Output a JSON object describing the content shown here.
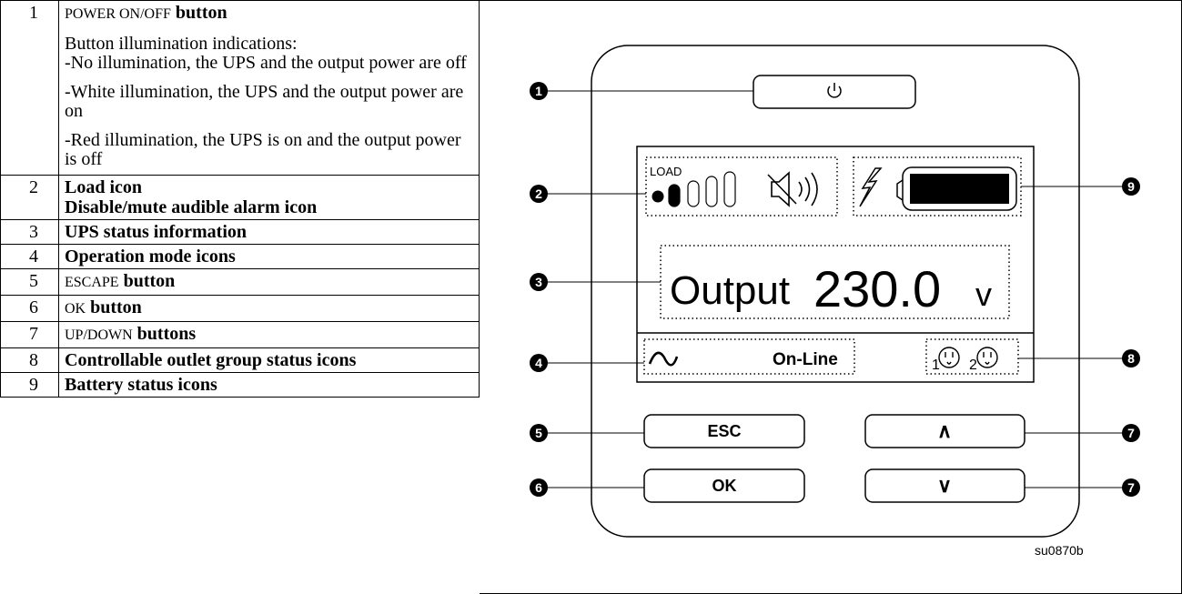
{
  "legend": [
    {
      "num": "1",
      "prefix": "POWER ON/OFF",
      "bold": "button",
      "illum_title": "Button illumination indications:",
      "illum_line1": "-No illumination, the UPS and the output power are off",
      "illum_line2": "-White illumination, the UPS and the output power are on",
      "illum_line3": "-Red illumination, the UPS is on and the output power is off"
    },
    {
      "num": "2",
      "line1": "Load icon",
      "line2": "Disable/mute audible alarm icon"
    },
    {
      "num": "3",
      "text": "UPS status information"
    },
    {
      "num": "4",
      "text": "Operation mode icons"
    },
    {
      "num": "5",
      "prefix": "ESCAPE",
      "bold": "button"
    },
    {
      "num": "6",
      "prefix": "OK",
      "bold": "button"
    },
    {
      "num": "7",
      "prefix": "UP/DOWN",
      "bold": "buttons"
    },
    {
      "num": "8",
      "text": "Controllable outlet group status icons"
    },
    {
      "num": "9",
      "text": "Battery status icons"
    }
  ],
  "panel": {
    "load_label": "LOAD",
    "output_word": "Output",
    "output_value": "230.0",
    "output_unit": "v",
    "mode_label": "On-Line",
    "outlet1": "1",
    "outlet2": "2",
    "esc_label": "ESC",
    "ok_label": "OK",
    "up_label": "∧",
    "down_label": "∨",
    "figure_code": "su0870b"
  },
  "callouts": [
    "1",
    "2",
    "3",
    "4",
    "5",
    "6",
    "7",
    "7",
    "8",
    "9"
  ]
}
